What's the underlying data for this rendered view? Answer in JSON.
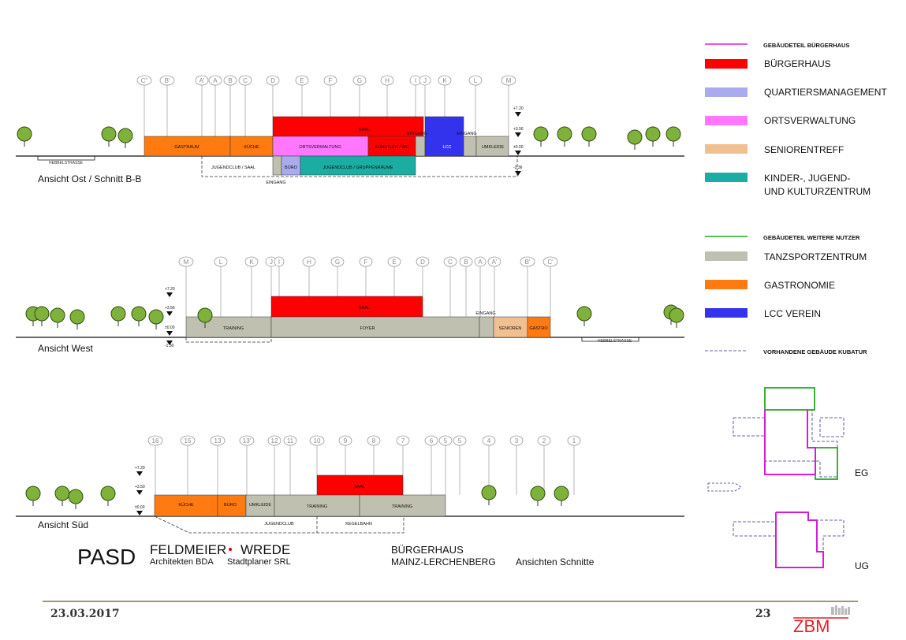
{
  "legend": {
    "header_buergerhaus": "GEBÄUDETEIL BÜRGERHAUS",
    "header_weitere": "GEBÄUDETEIL WEITERE NUTZER",
    "header_kubatur": "VORHANDENE GEBÄUDE KUBATUR",
    "color_buergerhaus_line": "#d81bd8",
    "color_weitere_line": "#22aa22",
    "items": [
      {
        "label": "BÜRGERHAUS",
        "color": "#ff0000"
      },
      {
        "label": "QUARTIERSMANAGEMENT",
        "color": "#aaaaee"
      },
      {
        "label": "ORTSVERWALTUNG",
        "color": "#ff77ff"
      },
      {
        "label": "SENIORENTREFF",
        "color": "#f0c090"
      },
      {
        "label": "KINDER-, JUGEND-",
        "label2": "UND KULTURZENTRUM",
        "color": "#1aaea2"
      },
      {
        "label": "TANZSPORTZENTRUM",
        "color": "#c0c0b0"
      },
      {
        "label": "GASTRONOMIE",
        "color": "#ff7a10"
      },
      {
        "label": "LCC VEREIN",
        "color": "#3333ee"
      }
    ]
  },
  "ost": {
    "title": "Ansicht Ost  /  Schnitt B-B",
    "street": "HEBBELSTRASSE",
    "axes": [
      "C''",
      "B'",
      "A'",
      "A",
      "B",
      "C",
      "D",
      "E",
      "F",
      "G",
      "H",
      "I",
      "J",
      "K",
      "L",
      "M"
    ],
    "levels": [
      "+7.20",
      "+3.56",
      "±0.00",
      "-3.36"
    ],
    "labels": {
      "saal": "SAAL",
      "gastraum": "GASTRAUM",
      "kueche": "KÜCHE",
      "ortsverwaltung": "ORTSVERWALTUNG",
      "kuenstler": "KÜNSTLER / WC",
      "eingang1": "EINGANG",
      "lcc": "LCC",
      "eingang2": "EINGANG",
      "umkleide": "UMKLEIDE",
      "jugendclub_saal": "JUGENDCLUB / SAAL",
      "buero": "BÜRO",
      "jugendclub_gruppen": "JUGENDCLUB / GRUPPENRÄUME",
      "eingang3": "EINGANG"
    }
  },
  "west": {
    "title": "Ansicht West",
    "street": "HEBBELSTRASSE",
    "axes": [
      "M",
      "L",
      "K",
      "J",
      "I",
      "H",
      "G",
      "F",
      "E",
      "D",
      "C",
      "B",
      "A",
      "A'",
      "B'",
      "C'"
    ],
    "levels": [
      "+7.20",
      "+3.56",
      "±0.00",
      "-1.30"
    ],
    "labels": {
      "saal": "SAAL",
      "training": "TRAINING",
      "foyer": "FOYER",
      "eingang": "EINGANG",
      "senioren": "SENIOREN",
      "gastro": "GASTRO"
    }
  },
  "sued": {
    "title": "Ansicht Süd",
    "axes": [
      "16",
      "15",
      "13",
      "13'",
      "12",
      "11",
      "10",
      "9",
      "8",
      "7",
      "6",
      "5",
      "5",
      "4",
      "3",
      "2",
      "1"
    ],
    "levels": [
      "+7.20",
      "+3.50",
      "±0.00"
    ],
    "labels": {
      "saal": "SAAL",
      "kueche": "KÜCHE",
      "buero": "BÜRO",
      "umkleide": "UMKLEIDE",
      "training1": "TRAINING",
      "training2": "TRAINING",
      "jugendclub": "JUGENDCLUB",
      "kegelbahn": "KEGELBAHN"
    }
  },
  "plans": {
    "eg": "EG",
    "ug": "UG"
  },
  "titleblock": {
    "pasd": "PASD",
    "firm1": "FELDMEIER",
    "firm2": "WREDE",
    "sub1": "Architekten BDA",
    "sub2": "Stadtplaner SRL",
    "project1": "BÜRGERHAUS",
    "project2": "MAINZ-LERCHENBERG",
    "project3": "Ansichten Schnitte"
  },
  "footer": {
    "date": "23.03.2017",
    "page": "23",
    "logo": "ZBM"
  }
}
